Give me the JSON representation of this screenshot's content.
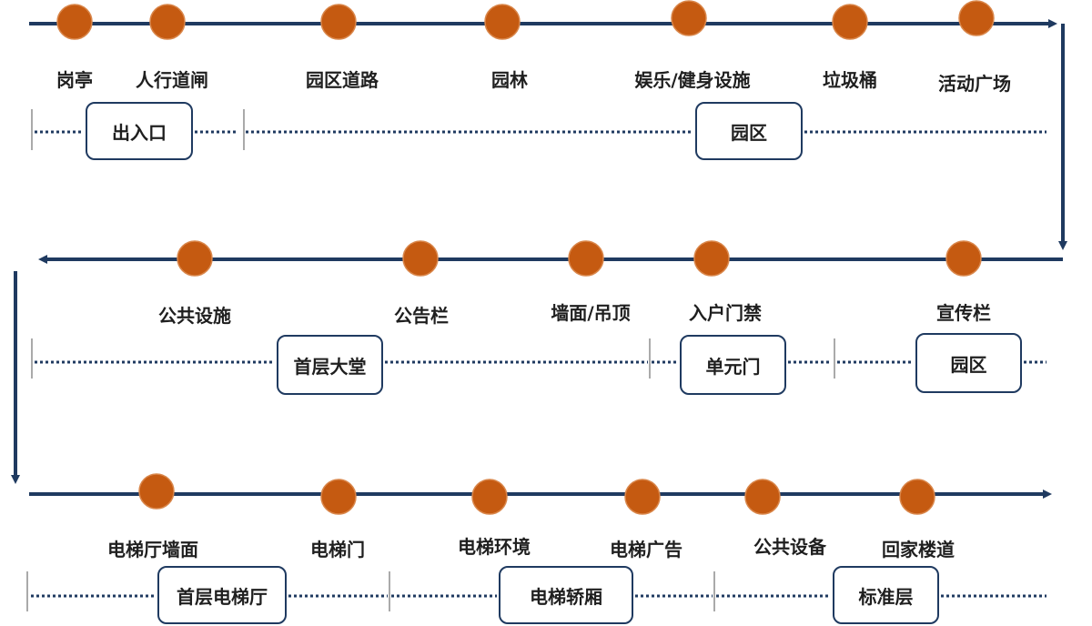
{
  "colors": {
    "line": "#1f3a60",
    "dot": "#c55a11",
    "dot_outline": "#d9864a",
    "box_border": "#1f3a60"
  },
  "rows": [
    {
      "direction": "right",
      "points": [
        "岗亭",
        "人行道闸",
        "园区道路",
        "园林",
        "娱乐/健身设施",
        "垃圾桶",
        "活动广场"
      ],
      "segments": [
        "出入口",
        "园区"
      ]
    },
    {
      "direction": "left",
      "points": [
        "公共设施",
        "公告栏",
        "墙面/吊顶",
        "入户门禁",
        "宣传栏"
      ],
      "segments": [
        "首层大堂",
        "单元门",
        "园区"
      ]
    },
    {
      "direction": "right",
      "points": [
        "电梯厅墙面",
        "电梯门",
        "电梯环境",
        "电梯广告",
        "公共设备",
        "回家楼道"
      ],
      "segments": [
        "首层电梯厅",
        "电梯轿厢",
        "标准层"
      ]
    }
  ]
}
